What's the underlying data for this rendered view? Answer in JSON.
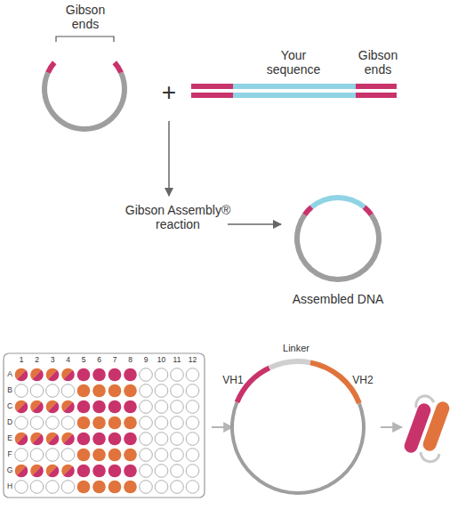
{
  "diagram": {
    "labels": [
      "Gibson ends",
      "Your sequence",
      "Gibson ends",
      "+",
      "Gibson Assembly® reaction",
      "Assembled DNA",
      "1",
      "2",
      "3",
      "4",
      "5",
      "6",
      "7",
      "8",
      "9",
      "10",
      "11",
      "12",
      "A",
      "B",
      "C",
      "D",
      "E",
      "F",
      "G",
      "H",
      "Linker",
      "VH1",
      "VH2"
    ]
  }
}
